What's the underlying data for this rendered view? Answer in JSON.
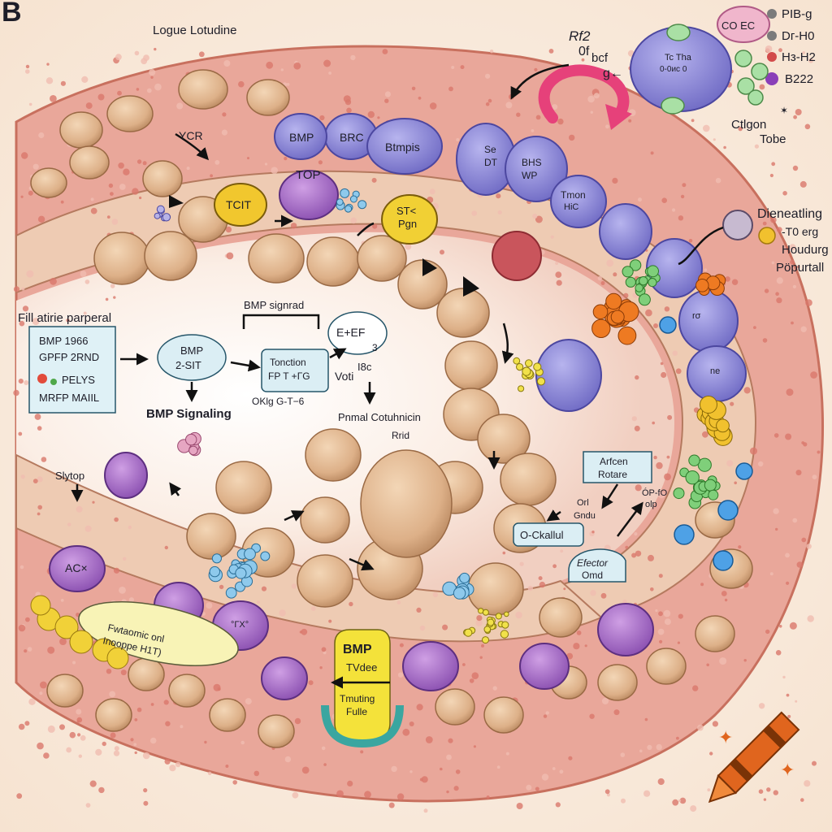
{
  "panel_letter": "B",
  "title": "Logue Lotudine",
  "colors": {
    "background": "#fbf3ea",
    "tissue": "#e9a79a",
    "lumen": "#f4ddd0",
    "cell": "#e2b990",
    "purple_cell": "#8a86d6",
    "violet_cell": "#a76cc6",
    "yellow": "#f1d138",
    "orange": "#ee7a22",
    "green": "#7fcf7a",
    "blue": "#6fb6e8",
    "pink_arrow": "#e6417a"
  },
  "top_receptor": {
    "r1": "Rf2",
    "r2": "0f",
    "r3": "bcf",
    "r4": "g←"
  },
  "top_right_legend": {
    "box_label": "CO EC",
    "items": [
      "PIB-g",
      "Dг-H0",
      "Hз-H2",
      "B222"
    ],
    "item_colors": [
      "#7b7b7b",
      "#7b7b7b",
      "#d24b4b",
      "#8a3fb8"
    ],
    "cell_label": "Tc Tha",
    "cell_sub": "0-0ис 0",
    "caption_line1": "Ctlgon",
    "caption_line2": "Tobe",
    "caption_mark": "✶"
  },
  "epithelium_labels": {
    "ycr": "YCR",
    "bmp1": "BMP",
    "brc": "BRC",
    "btmpis": "Btmpis",
    "top": "TOP",
    "tcit": "TCIT",
    "st_pgn_1": "ST<",
    "st_pgn_2": "Pgn",
    "se_1": "Se",
    "se_2": "DT",
    "bhs_1": "BHS",
    "bhs_2": "WP",
    "tmon_1": "Tmon",
    "tmon_2": "HiC"
  },
  "right_labels": {
    "dienealing": "Dieneatling",
    "org": "-T0 erg",
    "houdurg": "Houdurg",
    "popurtall": "Pöpurtall",
    "dot_ro": "rσ",
    "dot_n": "ne"
  },
  "left_box": {
    "heading": "Fill atirie parperal",
    "line1": "BMP 1966",
    "line2": "GPFP 2RND",
    "line3": "PELYS",
    "line4": "MRFP MAIIL"
  },
  "center_flow": {
    "title": "BMP signrad",
    "bmp_oval_1": "BMP",
    "bmp_oval_2": "2-SIT",
    "bmp_signaling": "BMP Signaling",
    "tonction_1": "Tonction",
    "tonction_2": "FP T +ГG",
    "okg": "OKlg G-T−6",
    "eef": "E+EF",
    "num3": "3",
    "vuti": "Voti",
    "i8c": "I8c",
    "pnmal": "Pnmal Cotuhnicin",
    "rrid": "Rrid"
  },
  "lower_labels": {
    "slytop": "Slytop",
    "acx": "AC×",
    "arcen_1": "Arfcen",
    "arcen_2": "Rotare",
    "odl_1": "Orl",
    "odl_2": "Gndu",
    "opd_1": "ÓP-fO",
    "opd_2": "olp",
    "ockaliul": "O-Ckallul",
    "efector_1": "Efector",
    "efector_2": "Omd",
    "yellow_oval_1": "Fwtaomic onl",
    "yellow_oval_2": "Inooppe H1T)",
    "bmp_box_1": "BMP",
    "bmp_box_2": "TVdee",
    "bmp_box_3": "Tmuting",
    "bmp_box_4": "Fulle",
    "ac_small": "°ГΧ°"
  }
}
